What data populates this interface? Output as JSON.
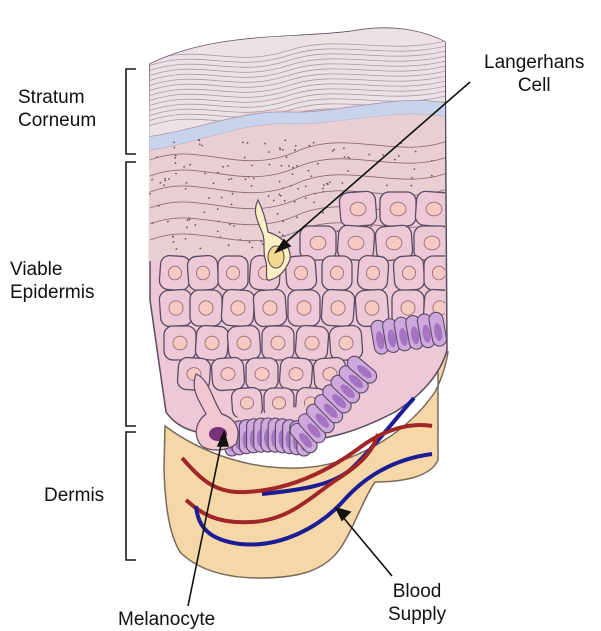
{
  "labels": {
    "stratum_corneum": "Stratum\nCorneum",
    "viable_epidermis": "Viable\nEpidermis",
    "dermis": "Dermis",
    "langerhans_cell": "Langerhans\nCell",
    "blood_supply": "Blood\nSupply",
    "melanocyte": "Melanocyte"
  },
  "colors": {
    "stratum_corneum": "#ece2e6",
    "stratum_lines": "#a99aa6",
    "basement_band": "#c8d4ee",
    "granular_layer": "#e9cfd4",
    "keratinocyte_fill": "#edc9d8",
    "keratinocyte_outline": "#5a4a62",
    "nucleus": "#f6c9c3",
    "basal_cell_fill": "#cfa9de",
    "basal_nucleus": "#a574c0",
    "melanocyte_nucleus": "#7a2f7a",
    "langerhans_fill": "#fbefc4",
    "dermis": "#f6d8a8",
    "dermis_outline": "#7a6a5c",
    "artery": "#a02628",
    "vein": "#1c1c96",
    "bracket": "#1a1a1a",
    "pointer": "#111111"
  }
}
